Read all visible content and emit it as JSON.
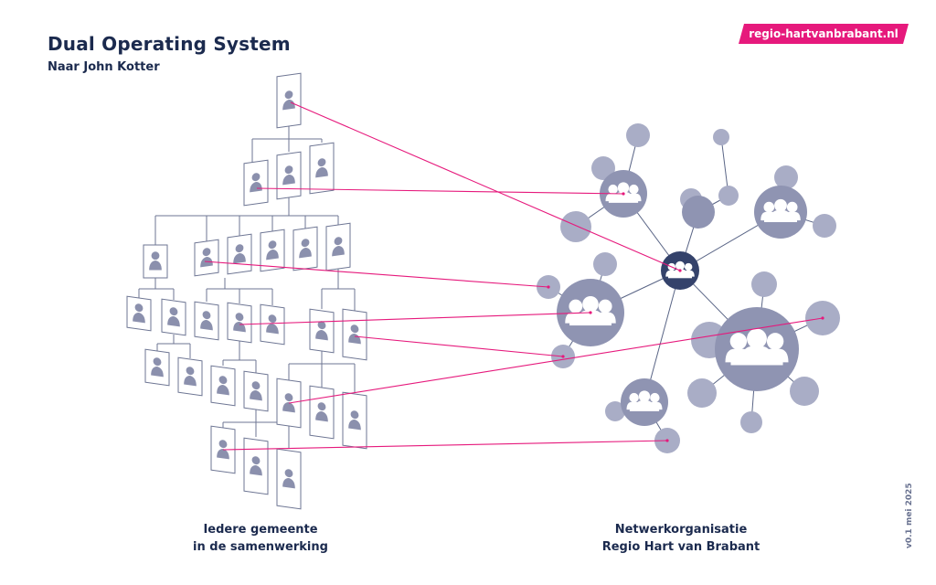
{
  "header": {
    "title": "Dual Operating System",
    "subtitle": "Naar John Kotter",
    "url": "regio-hartvanbrabant.nl"
  },
  "captions": {
    "left_line1": "Iedere gemeente",
    "left_line2": "in de samenwerking",
    "right_line1": "Netwerkorganisatie",
    "right_line2": "Regio Hart van Brabant"
  },
  "version": "v0.1 mei 2025",
  "colors": {
    "navy": "#1b2a4e",
    "magenta": "#e6197c",
    "node_gray": "#a9adc6",
    "node_dark": "#8f94b2",
    "hub": "#34426b",
    "line": "#5a6586",
    "person": "#8b90ad"
  },
  "icons": {
    "person": "person-silhouette-icon",
    "group": "group-people-icon"
  }
}
